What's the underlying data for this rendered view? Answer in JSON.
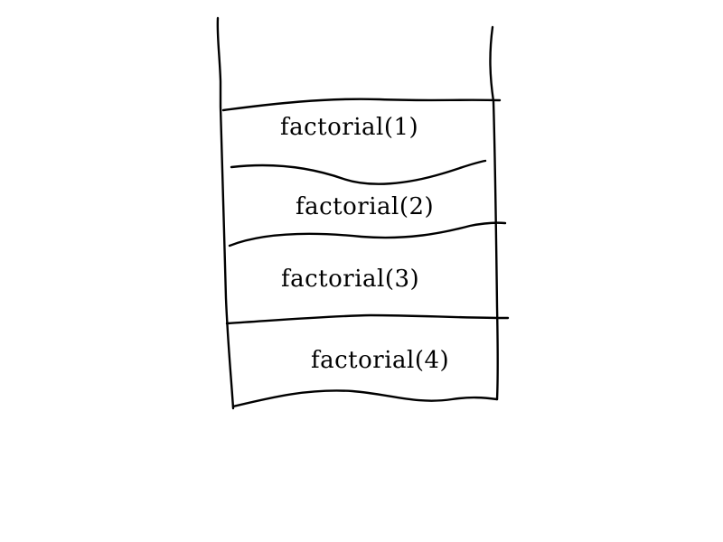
{
  "diagram": {
    "type": "call-stack",
    "frames": [
      {
        "label": "factorial(1)"
      },
      {
        "label": "factorial(2)"
      },
      {
        "label": "factorial(3)"
      },
      {
        "label": "factorial(4)"
      }
    ],
    "colors": {
      "background": "#ffffff",
      "ink": "#000000"
    }
  }
}
